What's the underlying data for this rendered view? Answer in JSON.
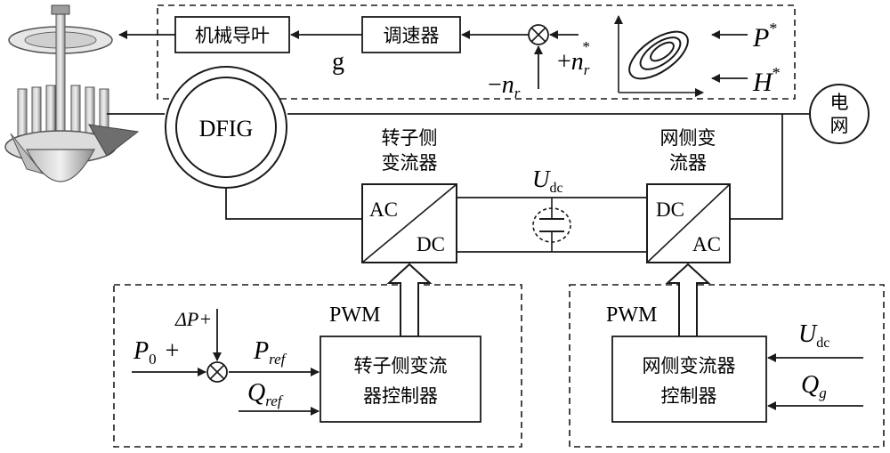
{
  "blocks": {
    "guide_vane": "机械导叶",
    "governor": "调速器",
    "dfig": "DFIG",
    "grid_line1": "电",
    "grid_line2": "网",
    "rsc_title_line1": "转子侧",
    "rsc_title_line2": "变流器",
    "gsc_title_line1": "网侧变",
    "gsc_title_line2": "流器",
    "rsc_ac": "AC",
    "rsc_dc": "DC",
    "gsc_dc": "DC",
    "gsc_ac": "AC",
    "rsc_ctrl_line1": "转子侧变流",
    "rsc_ctrl_line2": "器控制器",
    "gsc_ctrl_line1": "网侧变流器",
    "gsc_ctrl_line2": "控制器"
  },
  "signals": {
    "g": "g",
    "neg_nr_sign": "−",
    "nr": "n",
    "nr_sub": "r",
    "pos_nr_star_sign": "+",
    "nr_star": "n",
    "nr_star_sub": "r",
    "nr_star_sup": "*",
    "p_star": "P",
    "p_star_sup": "*",
    "h_star": "H",
    "h_star_sup": "*",
    "udc": "U",
    "udc_sub": "dc",
    "pwm_left": "PWM",
    "pwm_right": "PWM",
    "delta_p": "ΔP+",
    "p0": "P",
    "p0_sub": "0",
    "p0_plus": "+",
    "pref": "P",
    "pref_sub": "ref",
    "qref": "Q",
    "qref_sub": "ref",
    "udc_in": "U",
    "udc_in_sub": "dc",
    "qg": "Q",
    "qg_sub": "g",
    "sum_symbol": "⊗"
  },
  "colors": {
    "line": "#1a1a1a",
    "turbine_light": "#d9d9d9",
    "turbine_dark": "#7a7a7a"
  }
}
